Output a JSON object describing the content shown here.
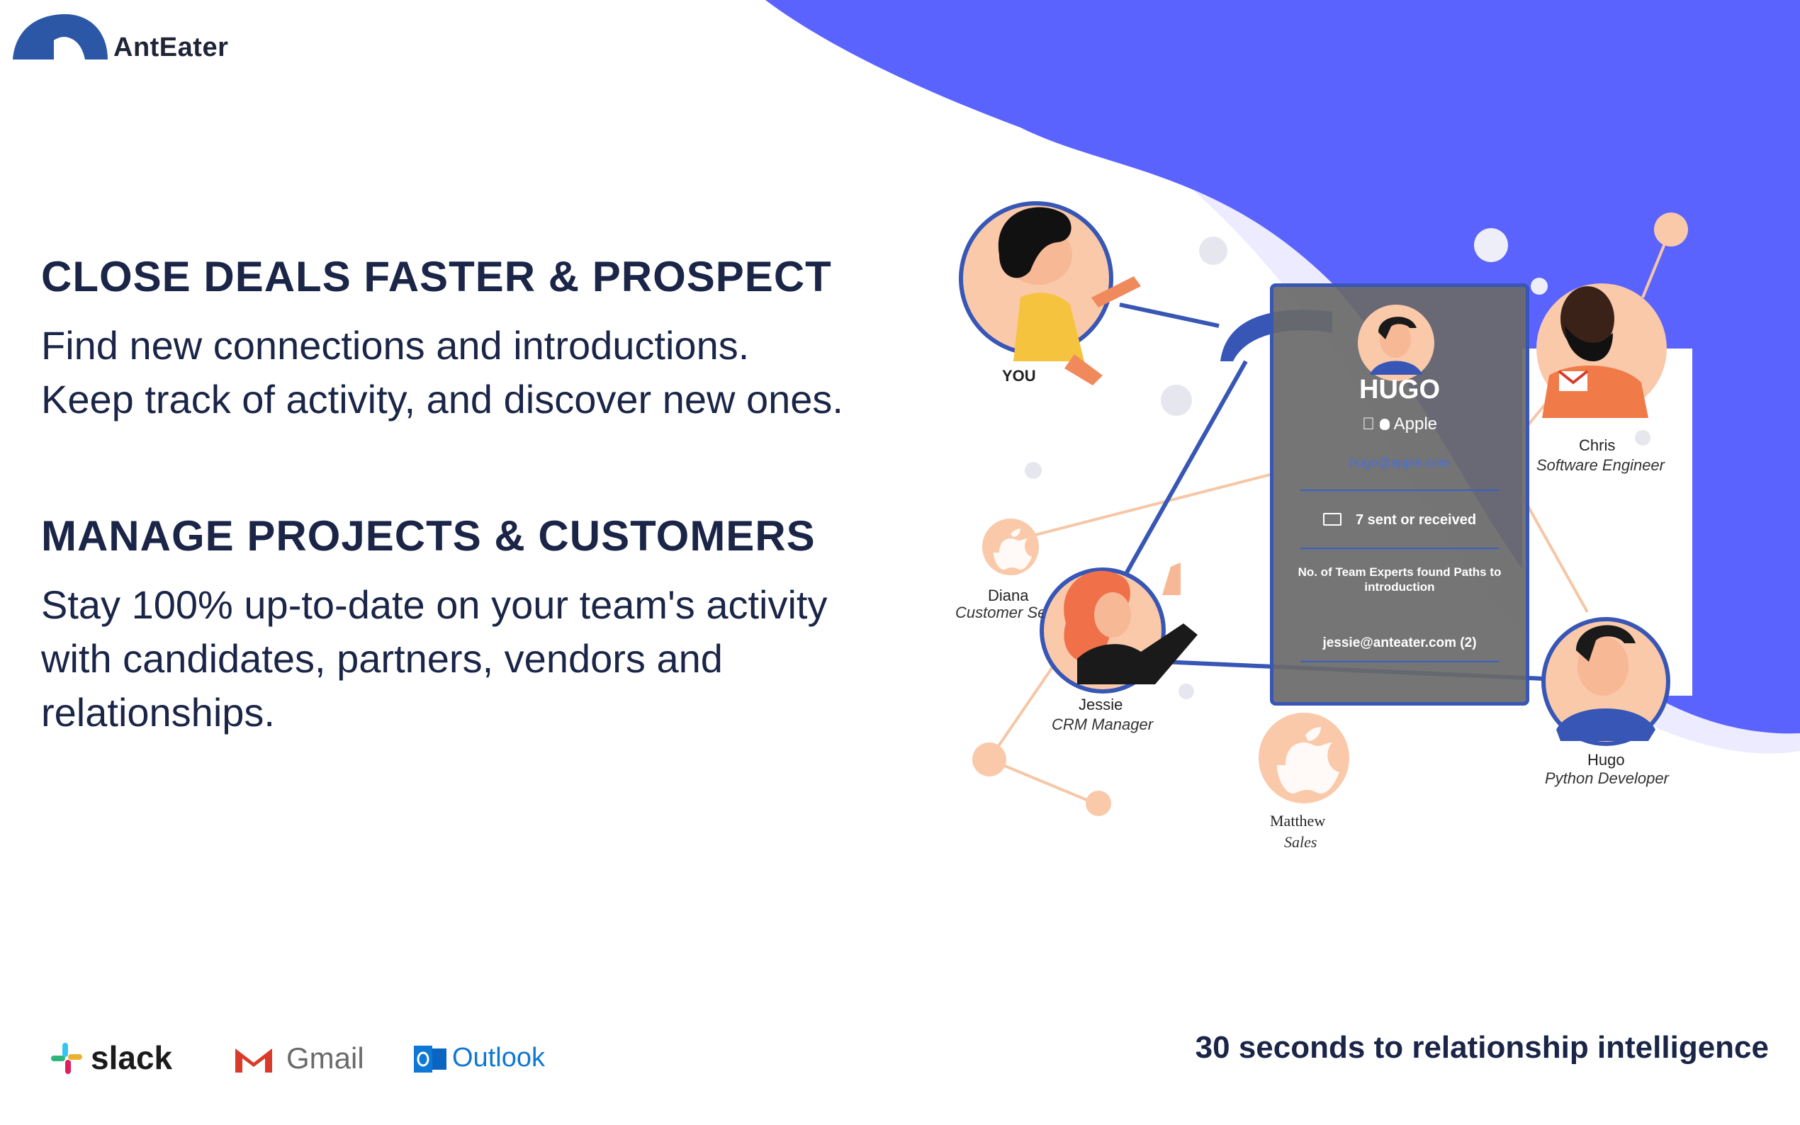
{
  "brand": {
    "name": "AntEater"
  },
  "section1": {
    "heading": "CLOSE DEALS FASTER & PROSPECT",
    "line1": "Find new connections and introductions.",
    "line2": "Keep track of activity, and discover new ones."
  },
  "section2": {
    "heading": "MANAGE PROJECTS & CUSTOMERS",
    "line1": "Stay 100% up-to-date on your team's activity",
    "line2": "with candidates, partners, vendors and",
    "line3": "relationships."
  },
  "people": {
    "you": {
      "name": "YOU"
    },
    "chris": {
      "name": "Chris",
      "role": "Software Engineer"
    },
    "diana": {
      "name": "Diana",
      "role": "Customer Serv"
    },
    "jessie": {
      "name": "Jessie",
      "role": "CRM Manager"
    },
    "matthew": {
      "name": "Matthew",
      "role": "Sales"
    },
    "hugo": {
      "name": "Hugo",
      "role": "Python Developer"
    }
  },
  "card": {
    "title": "HUGO",
    "company": "Apple",
    "email": "hugo@apple.com",
    "stat": "7 sent or received",
    "paths": "No. of Team Experts found Paths to introduction",
    "connector": "jessie@anteater.com (2)"
  },
  "integrations": {
    "slack": "slack",
    "gmail": "Gmail",
    "outlook": "Outlook"
  },
  "tagline": "30 seconds to relationship intelligence",
  "colors": {
    "accent": "#5b63ff",
    "navy": "#1a2547",
    "peach": "#f9c9aa",
    "line_blue": "#3756b5"
  }
}
